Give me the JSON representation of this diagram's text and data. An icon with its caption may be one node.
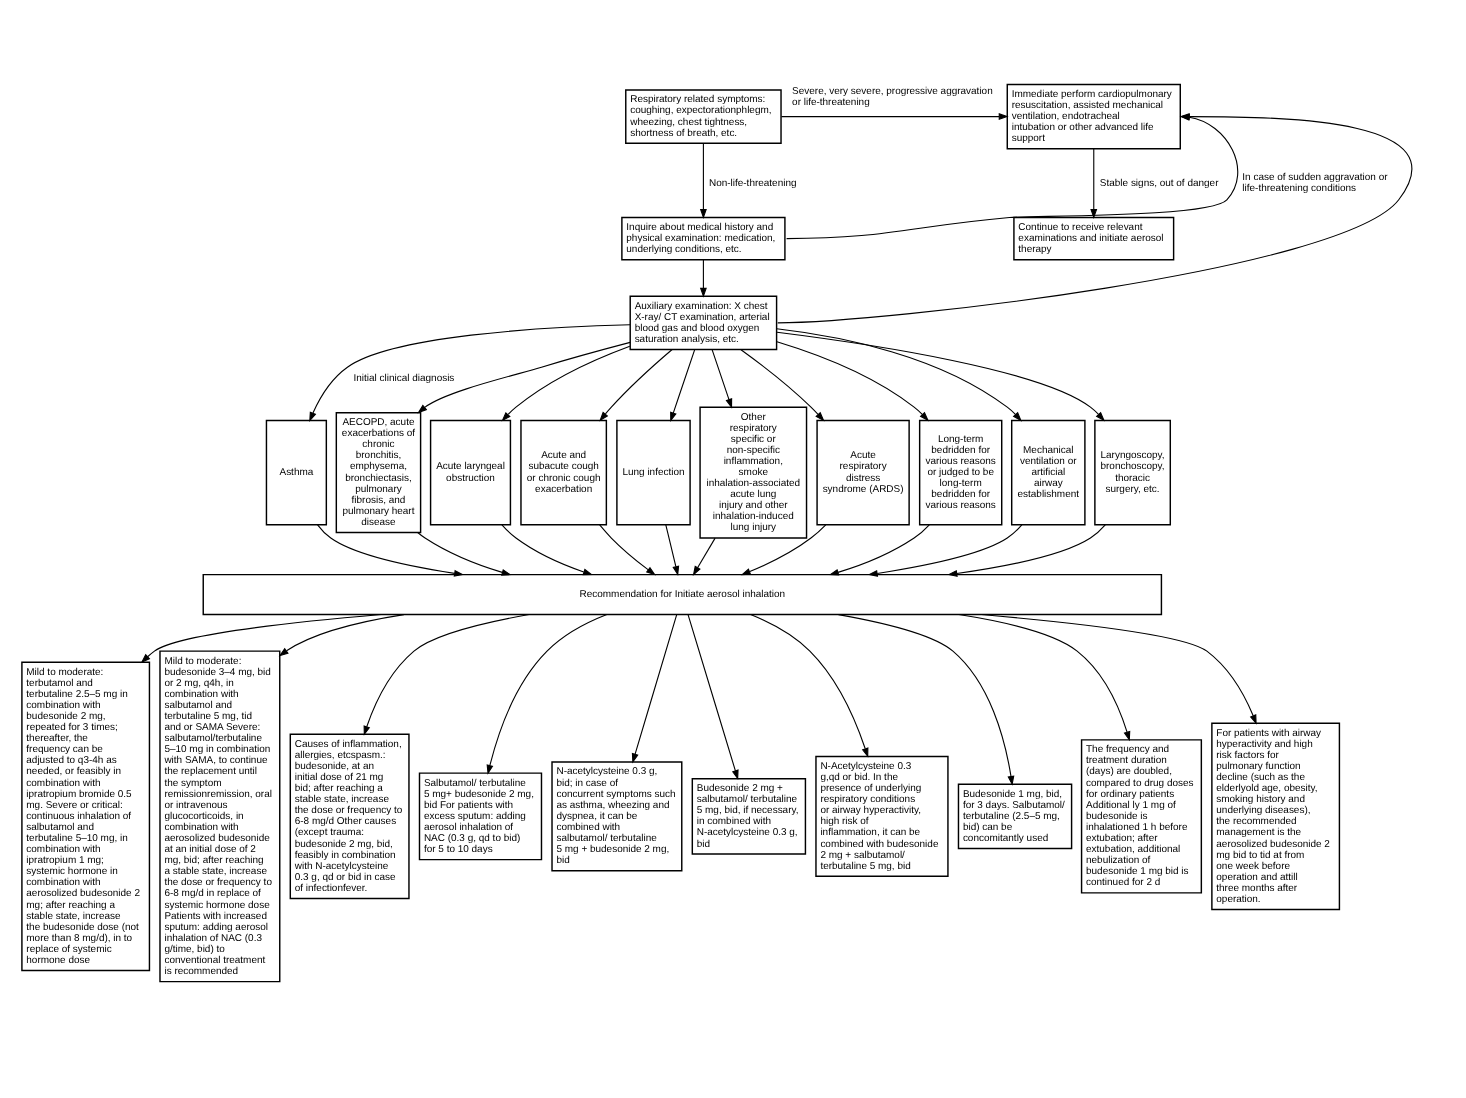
{
  "diagram": {
    "nodes": [
      {
        "text": [
          "Respiratory related symptoms: coughing, expectorationphlegm, wheezing, chest tightness, shortness of breath, etc."
        ]
      },
      {
        "text": [
          "Immediate perform cardiopulmonary resuscitation, assisted mechanical ventilation, endotracheal intubation or other advanced life support"
        ]
      },
      {
        "text": [
          "Inquire about medical history and physical examination: medication, underlying conditions, etc."
        ]
      },
      {
        "text": [
          "Continue to receive relevant examinations and initiate aerosol therapy"
        ]
      },
      {
        "text": [
          "Auxiliary examination: X chest X-ray/ CT examination, arterial blood gas and blood oxygen saturation analysis, etc."
        ]
      },
      {
        "text": [
          "Asthma"
        ]
      },
      {
        "text": [
          "AECOPD, acute exacerbations of chronic bronchitis, emphysema, bronchiectasis, pulmonary fibrosis, and pulmonary heart disease"
        ]
      },
      {
        "text": [
          "Acute laryngeal obstruction"
        ]
      },
      {
        "text": [
          "Acute and subacute cough or chronic cough exacerbation"
        ]
      },
      {
        "text": [
          "Lung infection"
        ]
      },
      {
        "text": [
          "Other respiratory specific or non-specific inflammation, smoke inhalation-associated acute lung injury and other inhalation-induced lung injury"
        ]
      },
      {
        "text": [
          "Acute respiratory distress syndrome (ARDS)"
        ]
      },
      {
        "text": [
          "Long-term bedridden for various reasons or judged to be long-term bedridden for various reasons"
        ]
      },
      {
        "text": [
          "Mechanical ventilation or artificial airway establishment"
        ]
      },
      {
        "text": [
          "Laryngoscopy, bronchoscopy, thoracic surgery, etc."
        ]
      },
      {
        "text": [
          "Recommendation for Initiate aerosol inhalation"
        ]
      },
      {
        "text": [
          "Mild to moderate: terbutamol and terbutaline 2.5–5 mg in combination with budesonide 2 mg, repeated for 3 times; thereafter, the frequency can be adjusted to q3-4h as needed, or feasibly in combination with ipratropium bromide 0.5 mg. Severe or critical: continuous inhalation of salbutamol and terbutaline 5–10 mg, in combination with ipratropium 1 mg; systemic hormone in combination with aerosolized budesonide 2 mg; after reaching a stable state, increase the budesonide dose (not more than 8 mg/d), in to replace of systemic hormone dose"
        ]
      },
      {
        "text": [
          "Mild to moderate: budesonide 3–4 mg, bid or 2 mg, q4h, in combination with salbutamol and terbutaline 5 mg, tid and or SAMA Severe: salbutamol/terbutaline 5–10 mg in combination with SAMA, to continue the replacement until the symptom remissionremission, oral or intravenous glucocorticoids, in combination with aerosolized budesonide at an initial dose of 2 mg, bid; after reaching a stable state, increase the dose or frequency to 6-8 mg/d in replace of systemic hormone dose Patients with increased sputum: adding aerosol inhalation of NAC (0.3 g/time, bid) to conventional treatment is recommended"
        ]
      },
      {
        "text": [
          "Causes of inflammation, allergies, etcspasm.: budesonide, at an initial dose of 21 mg bid; after reaching a stable state, increase the dose or frequency to 6-8 mg/d Other causes (except trauma: budesonide 2 mg, bid, feasibly in combination with N-acetylcysteine 0.3 g, qd or bid in case of infectionfever."
        ]
      },
      {
        "text": [
          "Salbutamol/ terbutaline 5 mg+ budesonide 2 mg, bid For patients with excess sputum: adding aerosol inhalation of NAC (0.3 g, qd to bid) for 5 to 10 days"
        ]
      },
      {
        "text": [
          "N-acetylcysteine 0.3 g, bid; in case of concurrent symptoms such as asthma, wheezing and dyspnea, it can be combined with salbutamol/ terbutaline 5 mg + budesonide 2 mg, bid"
        ]
      },
      {
        "text": [
          "Budesonide 2 mg + salbutamol/ terbutaline 5 mg, bid, if necessary, in combined with N-acetylcysteine 0.3 g, bid"
        ]
      },
      {
        "text": [
          "N-Acetylcysteine 0.3 g,qd or bid. In the presence of underlying respiratory conditions or airway hyperactivity, high risk of inflammation, it can be combined with budesonide 2 mg + salbutamol/ terbutaline 5 mg, bid"
        ]
      },
      {
        "text": [
          "Budesonide 1 mg, bid, for 3 days. Salbutamol/ terbutaline (2.5–5 mg, bid) can be concomitantly used"
        ]
      },
      {
        "text": [
          "The frequency and treatment duration (days) are doubled, compared to drug doses for ordinary patients Additional ly 1 mg of budesonide is inhalationed 1 h before extubation; after extubation, additional nebulization of budesonide 1 mg bid is continued for 2 d"
        ]
      },
      {
        "text": [
          "For patients with airway hyperactivity and high risk factors for pulmonary function decline (such as the elderlyold age, obesity, smoking history and underlying diseases), the recommended management is the aerosolized budesonide 2 mg bid to tid at from one week before operation and attill three months after operation."
        ]
      }
    ],
    "edges": [
      {
        "from": 0,
        "to": 1,
        "arrow": "to",
        "label": "Severe, very severe, progressive aggravation or life-threatening"
      },
      {
        "from": 0,
        "to": 2,
        "arrow": "to",
        "label": "Non-life-threatening"
      },
      {
        "from": 1,
        "to": 3,
        "arrow": "to",
        "label": "Stable signs, out of danger"
      },
      {
        "from": 2,
        "to": 4,
        "arrow": "to"
      },
      {
        "from": 2,
        "to": 1,
        "arrow": "to",
        "label": "In case of sudden aggravation or life-threatening conditions"
      },
      {
        "from": 4,
        "to": 1,
        "arrow": "to"
      },
      {
        "from": 4,
        "to": 5,
        "arrow": "to",
        "label": "Initial clinical diagnosis"
      },
      {
        "from": 4,
        "to": 6,
        "arrow": "to"
      },
      {
        "from": 4,
        "to": 7,
        "arrow": "to"
      },
      {
        "from": 4,
        "to": 8,
        "arrow": "to"
      },
      {
        "from": 4,
        "to": 9,
        "arrow": "to"
      },
      {
        "from": 4,
        "to": 10,
        "arrow": "to"
      },
      {
        "from": 4,
        "to": 11,
        "arrow": "to"
      },
      {
        "from": 4,
        "to": 12,
        "arrow": "to"
      },
      {
        "from": 4,
        "to": 13,
        "arrow": "to"
      },
      {
        "from": 4,
        "to": 14,
        "arrow": "to"
      },
      {
        "from": 5,
        "to": 15,
        "arrow": "to"
      },
      {
        "from": 6,
        "to": 15,
        "arrow": "to"
      },
      {
        "from": 7,
        "to": 15,
        "arrow": "to"
      },
      {
        "from": 8,
        "to": 15,
        "arrow": "to"
      },
      {
        "from": 9,
        "to": 15,
        "arrow": "to"
      },
      {
        "from": 10,
        "to": 15,
        "arrow": "to"
      },
      {
        "from": 11,
        "to": 15,
        "arrow": "to"
      },
      {
        "from": 12,
        "to": 15,
        "arrow": "to"
      },
      {
        "from": 13,
        "to": 15,
        "arrow": "to"
      },
      {
        "from": 14,
        "to": 15,
        "arrow": "to"
      },
      {
        "from": 15,
        "to": 16,
        "arrow": "to"
      },
      {
        "from": 15,
        "to": 17,
        "arrow": "to"
      },
      {
        "from": 15,
        "to": 18,
        "arrow": "to"
      },
      {
        "from": 15,
        "to": 19,
        "arrow": "to"
      },
      {
        "from": 15,
        "to": 20,
        "arrow": "to"
      },
      {
        "from": 15,
        "to": 21,
        "arrow": "to"
      },
      {
        "from": 15,
        "to": 22,
        "arrow": "to"
      },
      {
        "from": 15,
        "to": 23,
        "arrow": "to"
      },
      {
        "from": 15,
        "to": 24,
        "arrow": "to"
      },
      {
        "from": 15,
        "to": 25,
        "arrow": "to"
      }
    ]
  }
}
